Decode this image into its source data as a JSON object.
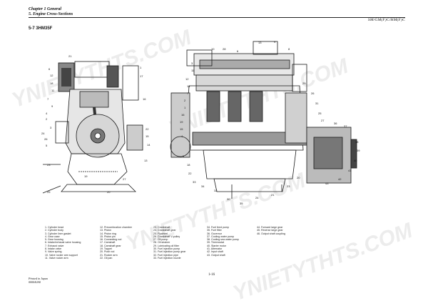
{
  "header": {
    "chapter": "Chapter 1 General",
    "section": "5. Engine Cross-Sections",
    "model": "SM/GM(F)C/HM(F)C"
  },
  "section_title": "5-7 3HM35F",
  "callouts": {
    "left": [
      "21",
      "6",
      "12",
      "18",
      "11",
      "7",
      "9",
      "4",
      "2",
      "3",
      "24",
      "26",
      "5",
      "1",
      "17",
      "16",
      "22",
      "15",
      "14",
      "13",
      "27",
      "19",
      "20",
      "23",
      "25"
    ],
    "right": [
      "10",
      "28",
      "6",
      "13",
      "9",
      "8",
      "3",
      "11",
      "12",
      "14",
      "7",
      "2",
      "1",
      "16",
      "19",
      "15",
      "4",
      "5",
      "18",
      "22",
      "33",
      "34",
      "32",
      "30",
      "35",
      "24",
      "21",
      "23",
      "20",
      "29",
      "26",
      "31",
      "25",
      "27",
      "36",
      "37",
      "38",
      "39",
      "40",
      "41",
      "42",
      "43"
    ]
  },
  "legend": [
    [
      "1. Cylinder head",
      "2. Cylinder body",
      "3. Cylinder liner gasket",
      "4. Gear case",
      "5. Gear housing",
      "6. Intake/exhaust valve housing",
      "7. Exhaust valve",
      "8. Intake valve",
      "9. Valve spring",
      "10. Valve rocker arm support",
      "11. Valve rocker arm"
    ],
    [
      "12. Precombustion chamber",
      "13. Piston",
      "14. Piston ring",
      "15. Piston pin",
      "16. Connecting rod",
      "17. Camshaft",
      "18. Camshaft gear",
      "19. Tappet",
      "20. Push rod",
      "21. Rocker arm",
      "22. Oil pan"
    ],
    [
      "23. Crankshaft",
      "24. Crankshaft gear",
      "25. Flywheel",
      "26. Crankshaft V-pulley",
      "27. Oil pump",
      "28. Oil strainer",
      "29. Lubricating oil filter",
      "30. Fuel injection pump",
      "31. Fuel injection pump gear",
      "32. Fuel injection pipe",
      "33. Fuel injection nozzle"
    ],
    [
      "34. Fuel feed pump",
      "35. Fuel filter",
      "36. Governor",
      "37. Cooling water pump",
      "38. Cooling sea water pump",
      "39. Thermostat",
      "40. Starter motor",
      "41. Alternator",
      "42. Input shaft",
      "43. Output shaft"
    ],
    [
      "44. Forward large gear",
      "45. Reverse large gear",
      "46. Output shaft coupling"
    ]
  ],
  "page_number": "1-16",
  "footer": [
    "Printed in Japan",
    "0000A0A0"
  ],
  "watermark": "YNIETYTHTS.COM"
}
